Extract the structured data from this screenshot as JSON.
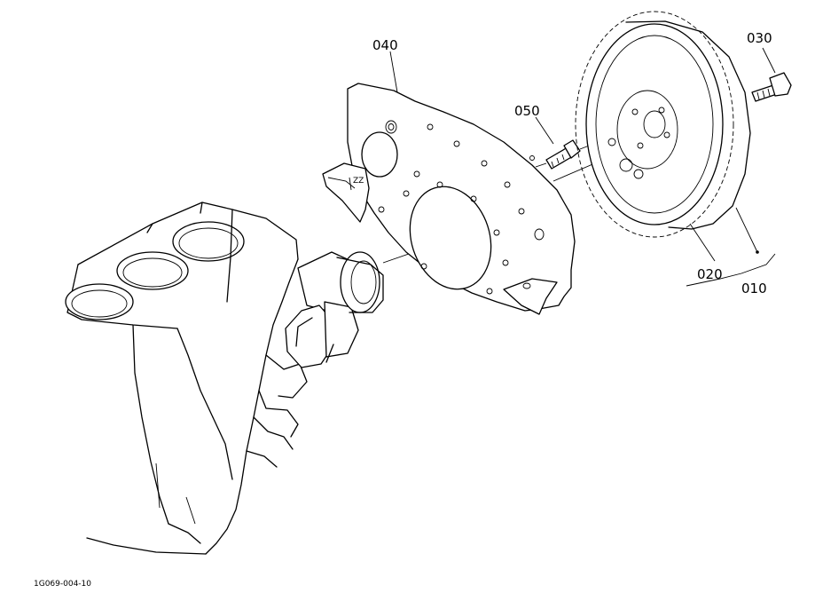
{
  "diagram": {
    "drawing_code": "1G069-004-10",
    "part_labels": {
      "p010": "010",
      "p020": "020",
      "p030": "030",
      "p040": "040",
      "p050": "050"
    }
  }
}
